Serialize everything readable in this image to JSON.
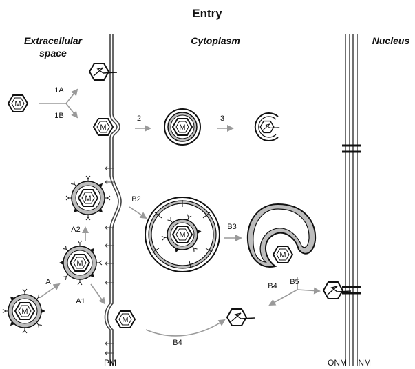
{
  "title": "Entry",
  "regions": {
    "extracellular_line1": "Extracellular",
    "extracellular_line2": "space",
    "cytoplasm": "Cytoplasm",
    "nucleus": "Nucleus"
  },
  "membranes": {
    "plasma_membrane": "PM",
    "outer_nuclear_membrane": "ONM",
    "inner_nuclear_membrane": "INM"
  },
  "step_labels": {
    "s1A": "1A",
    "s1B": "1B",
    "s2": "2",
    "s3": "3",
    "sA": "A",
    "sA1": "A1",
    "sA2": "A2",
    "sB2": "B2",
    "sB3": "B3",
    "sB4_upper": "B4",
    "sB5": "B5",
    "sB4_lower": "B4"
  },
  "capsid_letter": "M",
  "colors": {
    "membrane": "#444444",
    "arrow": "#9a9a9a",
    "envelope_fill": "#bdbdbd",
    "pore": "#111111"
  }
}
